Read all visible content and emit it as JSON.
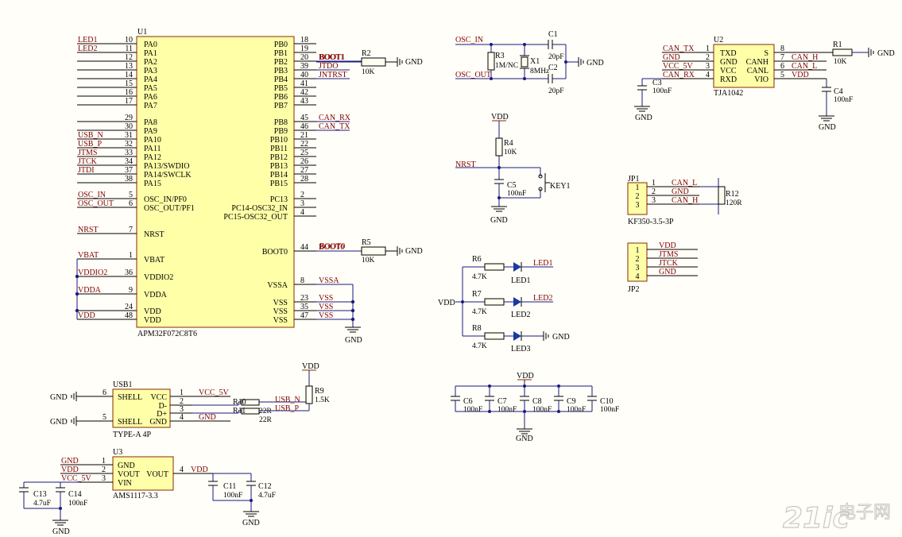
{
  "u1": {
    "ref": "U1",
    "part": "APM32F072C8T6",
    "left_pins": [
      {
        "num": "10",
        "name": "PA0",
        "net": "LED1"
      },
      {
        "num": "11",
        "name": "PA1",
        "net": "LED2"
      },
      {
        "num": "12",
        "name": "PA2",
        "net": ""
      },
      {
        "num": "13",
        "name": "PA3",
        "net": ""
      },
      {
        "num": "14",
        "name": "PA4",
        "net": ""
      },
      {
        "num": "15",
        "name": "PA5",
        "net": ""
      },
      {
        "num": "16",
        "name": "PA6",
        "net": ""
      },
      {
        "num": "17",
        "name": "PA7",
        "net": ""
      },
      {
        "num": "29",
        "name": "PA8",
        "net": ""
      },
      {
        "num": "30",
        "name": "PA9",
        "net": ""
      },
      {
        "num": "31",
        "name": "PA10",
        "net": "USB_N"
      },
      {
        "num": "32",
        "name": "PA11",
        "net": "USB_P"
      },
      {
        "num": "33",
        "name": "PA12",
        "net": "JTMS"
      },
      {
        "num": "34",
        "name": "PA13/SWDIO",
        "net": "JTCK"
      },
      {
        "num": "37",
        "name": "PA14/SWCLK",
        "net": "JTDI"
      },
      {
        "num": "38",
        "name": "PA15",
        "net": ""
      },
      {
        "num": "5",
        "name": "OSC_IN/PF0",
        "net": "OSC_IN"
      },
      {
        "num": "6",
        "name": "OSC_OUT/PF1",
        "net": "OSC_OUT"
      },
      {
        "num": "7",
        "name": "NRST",
        "net": "NRST"
      },
      {
        "num": "1",
        "name": "VBAT",
        "net": "VBAT"
      },
      {
        "num": "36",
        "name": "VDDIO2",
        "net": "VDDIO2"
      },
      {
        "num": "9",
        "name": "VDDA",
        "net": "VDDA"
      },
      {
        "num": "24",
        "name": "VDD",
        "net": ""
      },
      {
        "num": "48",
        "name": "VDD",
        "net": "VDD"
      }
    ],
    "right_pins": [
      {
        "num": "18",
        "name": "PB0",
        "net": ""
      },
      {
        "num": "19",
        "name": "PB1",
        "net": ""
      },
      {
        "num": "20",
        "name": "PB2",
        "net": "BOOT1"
      },
      {
        "num": "39",
        "name": "PB3",
        "net": "JTDO"
      },
      {
        "num": "40",
        "name": "PB4",
        "net": "JNTRST"
      },
      {
        "num": "41",
        "name": "PB5",
        "net": ""
      },
      {
        "num": "42",
        "name": "PB6",
        "net": ""
      },
      {
        "num": "43",
        "name": "PB7",
        "net": ""
      },
      {
        "num": "45",
        "name": "PB8",
        "net": "CAN_RX"
      },
      {
        "num": "46",
        "name": "PB9",
        "net": "CAN_TX"
      },
      {
        "num": "21",
        "name": "PB10",
        "net": ""
      },
      {
        "num": "22",
        "name": "PB11",
        "net": ""
      },
      {
        "num": "25",
        "name": "PB12",
        "net": ""
      },
      {
        "num": "26",
        "name": "PB13",
        "net": ""
      },
      {
        "num": "27",
        "name": "PB14",
        "net": ""
      },
      {
        "num": "28",
        "name": "PB15",
        "net": ""
      },
      {
        "num": "2",
        "name": "PC13",
        "net": ""
      },
      {
        "num": "3",
        "name": "PC14-OSC32_IN",
        "net": ""
      },
      {
        "num": "4",
        "name": "PC15-OSC32_OUT",
        "net": ""
      },
      {
        "num": "44",
        "name": "BOOT0",
        "net": "BOOT0"
      },
      {
        "num": "8",
        "name": "VSSA",
        "net": "VSSA"
      },
      {
        "num": "23",
        "name": "VSS",
        "net": "VSS"
      },
      {
        "num": "35",
        "name": "VSS",
        "net": "VSS"
      },
      {
        "num": "47",
        "name": "VSS",
        "net": "VSS"
      }
    ]
  },
  "resistors": {
    "r1": {
      "ref": "R1",
      "value": "10K"
    },
    "r2": {
      "ref": "R2",
      "value": "10K"
    },
    "r3": {
      "ref": "R3",
      "value": "1M/NC"
    },
    "r4": {
      "ref": "R4",
      "value": "10K"
    },
    "r5": {
      "ref": "R5",
      "value": "10K"
    },
    "r6": {
      "ref": "R6",
      "value": "4.7K"
    },
    "r7": {
      "ref": "R7",
      "value": "4.7K"
    },
    "r8": {
      "ref": "R8",
      "value": "4.7K"
    },
    "r9": {
      "ref": "R9",
      "value": "1.5K"
    },
    "r10": {
      "ref": "R10",
      "value": "22R"
    },
    "r11": {
      "ref": "R11",
      "value": "22R"
    },
    "r12": {
      "ref": "R12",
      "value": "120R"
    }
  },
  "capacitors": {
    "c1": {
      "ref": "C1",
      "value": "20pF"
    },
    "c2": {
      "ref": "C2",
      "value": "20pF"
    },
    "c3": {
      "ref": "C3",
      "value": "100nF"
    },
    "c4": {
      "ref": "C4",
      "value": "100nF"
    },
    "c5": {
      "ref": "C5",
      "value": "100nF"
    },
    "c6": {
      "ref": "C6",
      "value": "100nF"
    },
    "c7": {
      "ref": "C7",
      "value": "100nF"
    },
    "c8": {
      "ref": "C8",
      "value": "100nF"
    },
    "c9": {
      "ref": "C9",
      "value": "100nF"
    },
    "c10": {
      "ref": "C10",
      "value": "100nF"
    },
    "c11": {
      "ref": "C11",
      "value": "100nF"
    },
    "c12": {
      "ref": "C12",
      "value": "4.7uF"
    },
    "c13": {
      "ref": "C13",
      "value": "4.7uF"
    },
    "c14": {
      "ref": "C14",
      "value": "100nF"
    }
  },
  "crystal": {
    "ref": "X1",
    "value": "8MHz"
  },
  "key": {
    "ref": "KEY1"
  },
  "leds": {
    "led1": "LED1",
    "led2": "LED2",
    "led3": "LED3"
  },
  "u2": {
    "ref": "U2",
    "part": "TJA1042",
    "left": [
      {
        "num": "1",
        "name": "TXD",
        "net": "CAN_TX"
      },
      {
        "num": "2",
        "name": "GND",
        "net": "GND"
      },
      {
        "num": "3",
        "name": "VCC",
        "net": "VCC_5V"
      },
      {
        "num": "4",
        "name": "RXD",
        "net": "CAN_RX"
      }
    ],
    "right": [
      {
        "num": "8",
        "name": "S",
        "net": ""
      },
      {
        "num": "7",
        "name": "CANH",
        "net": "CAN_H"
      },
      {
        "num": "6",
        "name": "CANL",
        "net": "CAN_L"
      },
      {
        "num": "5",
        "name": "VIO",
        "net": "VDD"
      }
    ]
  },
  "jp1": {
    "ref": "JP1",
    "part": "KF350-3.5-3P",
    "pins": [
      "1",
      "2",
      "3"
    ],
    "nets": [
      "CAN_L",
      "GND",
      "CAN_H"
    ]
  },
  "jp2": {
    "ref": "JP2",
    "pins": [
      "1",
      "2",
      "3",
      "4"
    ],
    "nets": [
      "VDD",
      "JTMS",
      "JTCK",
      "GND"
    ]
  },
  "usb1": {
    "ref": "USB1",
    "part": "TYPE-A 4P",
    "left": [
      {
        "num": "6",
        "name": "SHELL"
      },
      {
        "num": "5",
        "name": "SHELL"
      }
    ],
    "right": [
      {
        "num": "1",
        "name": "VCC",
        "net": "VCC_5V"
      },
      {
        "num": "2",
        "name": "D-",
        "net": ""
      },
      {
        "num": "3",
        "name": "D+",
        "net": ""
      },
      {
        "num": "4",
        "name": "GND",
        "net": "GND"
      }
    ],
    "usb_n": "USB_N",
    "usb_p": "USB_P"
  },
  "u3": {
    "ref": "U3",
    "part": "AMS1117-3.3",
    "left": [
      {
        "num": "1",
        "name": "GND",
        "net": "GND"
      },
      {
        "num": "2",
        "name": "VOUT",
        "net": "VDD"
      },
      {
        "num": "3",
        "name": "VIN",
        "net": "VCC_5V"
      }
    ],
    "right": [
      {
        "num": "4",
        "name": "VOUT",
        "net": "VDD"
      }
    ]
  },
  "power": {
    "gnd": "GND",
    "vdd": "VDD"
  },
  "nets": {
    "osc_in": "OSC_IN",
    "osc_out": "OSC_OUT",
    "nrst": "NRST",
    "vdd": "VDD",
    "can_tx": "CAN_TX",
    "can_rx": "CAN_RX",
    "gnd": "GND",
    "vcc5": "VCC_5V",
    "can_h": "CAN_H",
    "can_l": "CAN_L",
    "boot1": "BOOT1",
    "boot0": "BOOT0",
    "led1": "LED1",
    "led2": "LED2"
  },
  "watermark": {
    "text": "电子网",
    "mark": "21ic"
  }
}
